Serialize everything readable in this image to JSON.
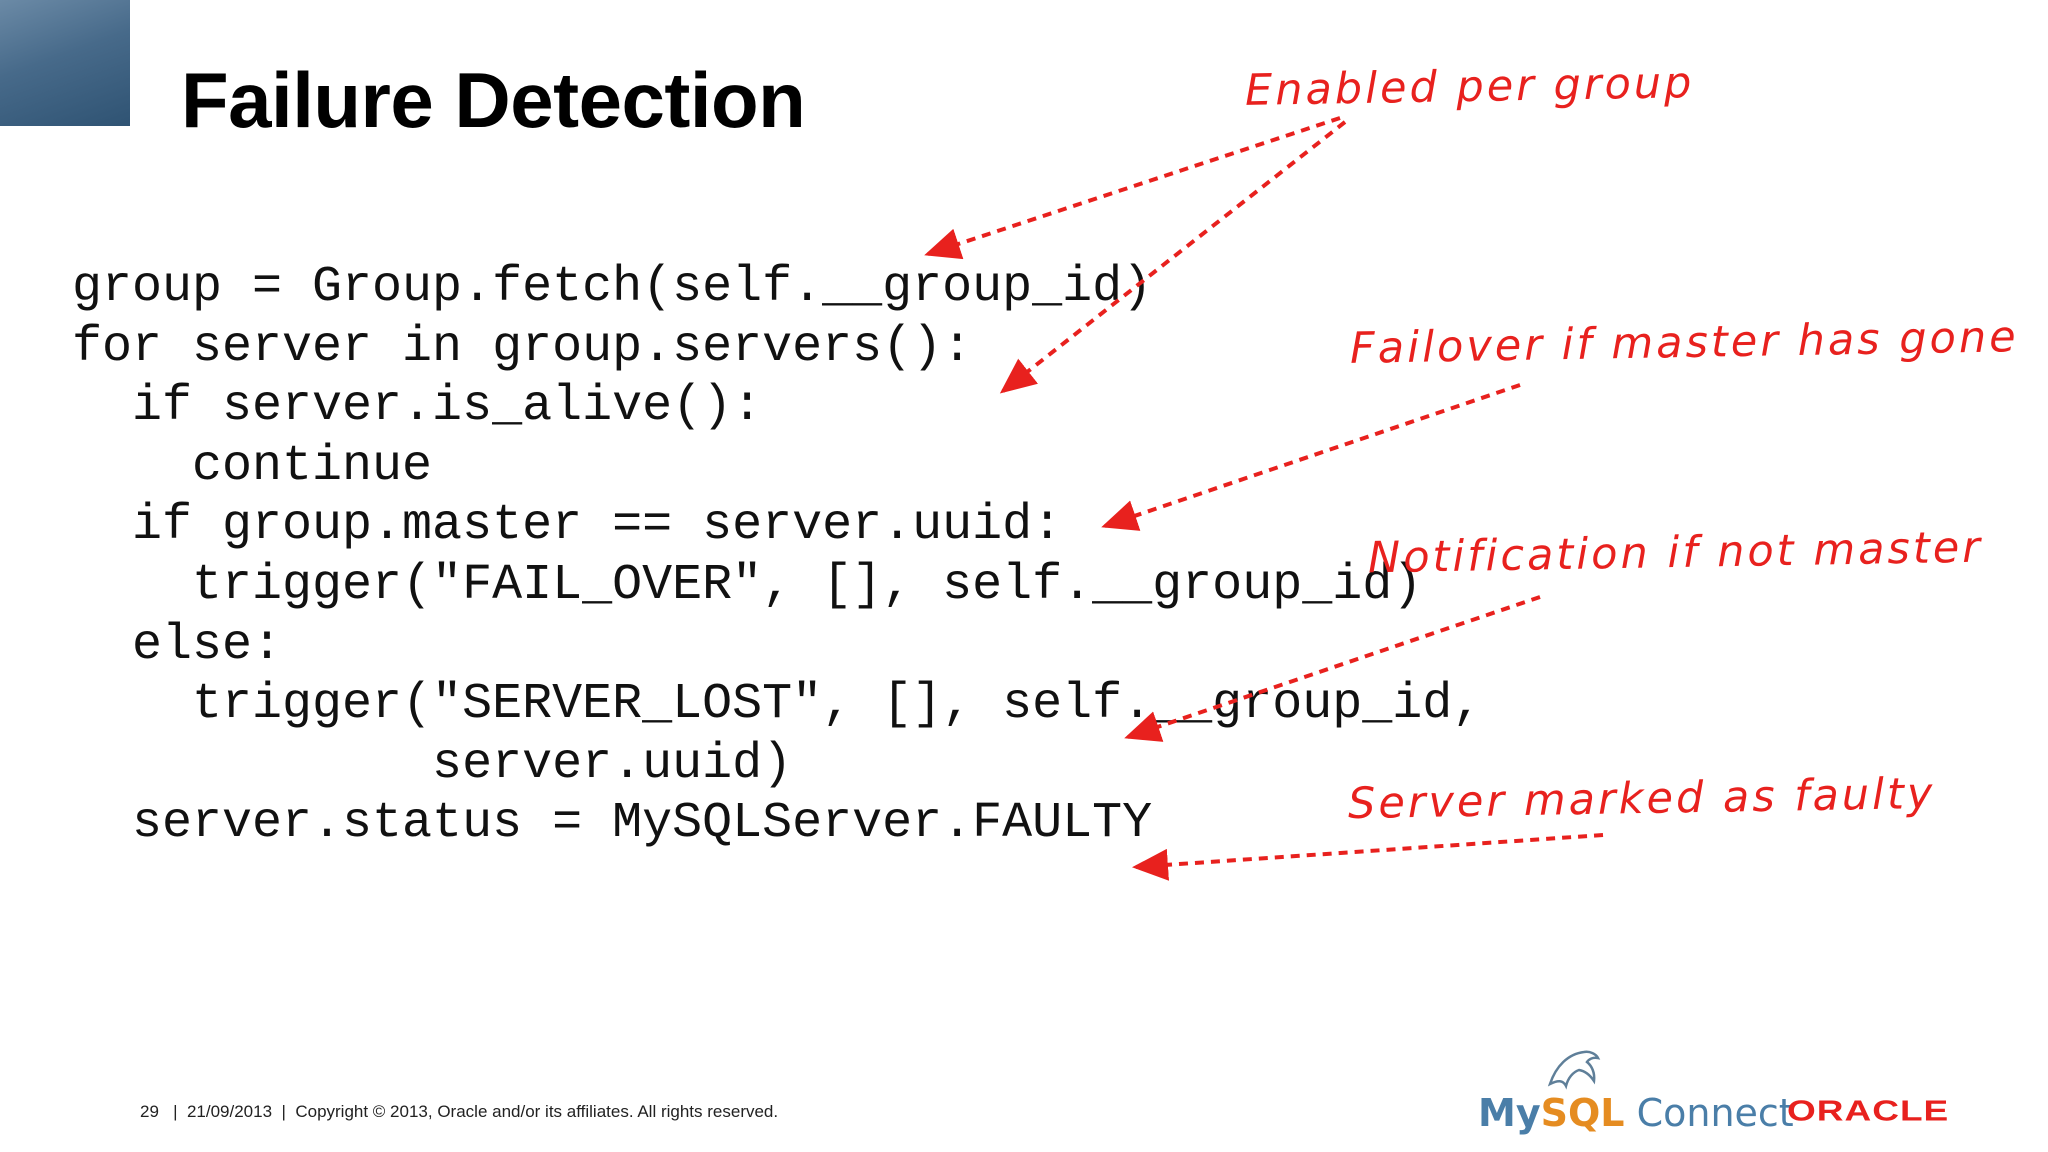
{
  "slide": {
    "title": "Failure Detection",
    "code_lines": [
      "group = Group.fetch(self.__group_id)",
      "for server in group.servers():",
      "  if server.is_alive():",
      "    continue",
      "  if group.master == server.uuid:",
      "    trigger(\"FAIL_OVER\", [], self.__group_id)",
      "  else:",
      "    trigger(\"SERVER_LOST\", [], self.__group_id,",
      "            server.uuid)",
      "  server.status = MySQLServer.FAULTY"
    ],
    "annotations": {
      "enabled_per_group": "Enabled per group",
      "failover": "Failover if master has gone",
      "notification": "Notification if not master",
      "marked_faulty": "Server marked as faulty"
    },
    "annotation_color": "#e8211e"
  },
  "footer": {
    "text": "29   |  21/09/2013  |  Copyright © 2013, Oracle and/or its affiliates. All rights reserved."
  },
  "logos": {
    "mysql_my": "My",
    "mysql_sql": "SQL",
    "mysql_connect": "Connect",
    "oracle": "ORACLE",
    "mysql_icon": "dolphin-icon"
  }
}
